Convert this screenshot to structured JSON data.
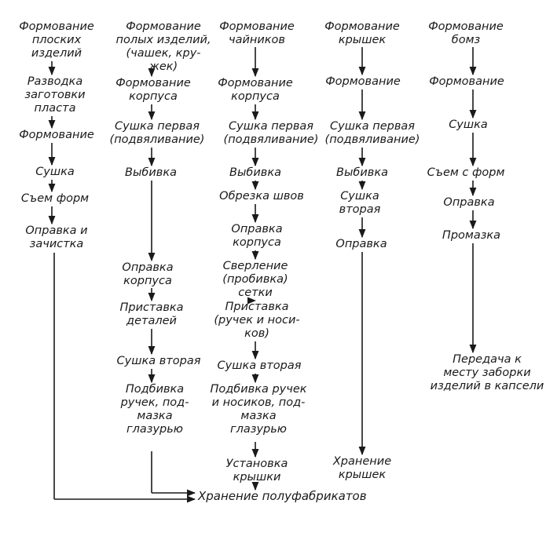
{
  "columns": [
    {
      "nodes": [
        [
          "Формование",
          "плоских",
          "изделий"
        ],
        [
          "Разводка",
          "заготовки",
          "пласта"
        ],
        [
          "Формование"
        ],
        [
          "Сушка"
        ],
        [
          "Съем форм"
        ],
        [
          "Оправка и",
          "зачистка"
        ]
      ]
    },
    {
      "nodes": [
        [
          "Формование",
          "полых изделий,",
          "(чашек, кру-",
          "жек)"
        ],
        [
          "Формование",
          "корпуса"
        ],
        [
          "Сушка первая",
          "(подвяливание)"
        ],
        [
          "Выбивка"
        ],
        [
          "Оправка",
          "корпуса"
        ],
        [
          "Приставка",
          "деталей"
        ],
        [
          "Сушка вторая"
        ],
        [
          "Подбивка",
          "ручек, под-",
          "мазка",
          "глазурью"
        ]
      ]
    },
    {
      "nodes": [
        [
          "Формование",
          "чайников"
        ],
        [
          "Формование",
          "корпуса"
        ],
        [
          "Сушка первая",
          "(подвяливание)"
        ],
        [
          "Выбивка"
        ],
        [
          "Обрезка швов"
        ],
        [
          "Оправка",
          "корпуса"
        ],
        [
          "Сверление",
          "(пробивка)",
          "сетки"
        ],
        [
          "Приставка",
          "(ручек и носи-",
          "ков)"
        ],
        [
          "Сушка вторая"
        ],
        [
          "Подбивка ручек",
          "и носиков, под-",
          "мазка",
          "глазурью"
        ],
        [
          "Установка",
          "крышки"
        ]
      ]
    },
    {
      "nodes": [
        [
          "Формование",
          "крышек"
        ],
        [
          "Формование"
        ],
        [
          "Сушка первая",
          "(подвяливание)"
        ],
        [
          "Выбивка"
        ],
        [
          "Сушка",
          "вторая"
        ],
        [
          "Оправка"
        ],
        [
          "Хранение",
          "крышек"
        ]
      ]
    },
    {
      "nodes": [
        [
          "Формование",
          "бомз"
        ],
        [
          "Формование"
        ],
        [
          "Сушка"
        ],
        [
          "Съем с форм"
        ],
        [
          "Оправка"
        ],
        [
          "Промазка"
        ],
        [
          "Передача к",
          "месту заборки",
          "изделий в капсели"
        ]
      ]
    }
  ],
  "final_node": "Хранение полуфабрикатов"
}
